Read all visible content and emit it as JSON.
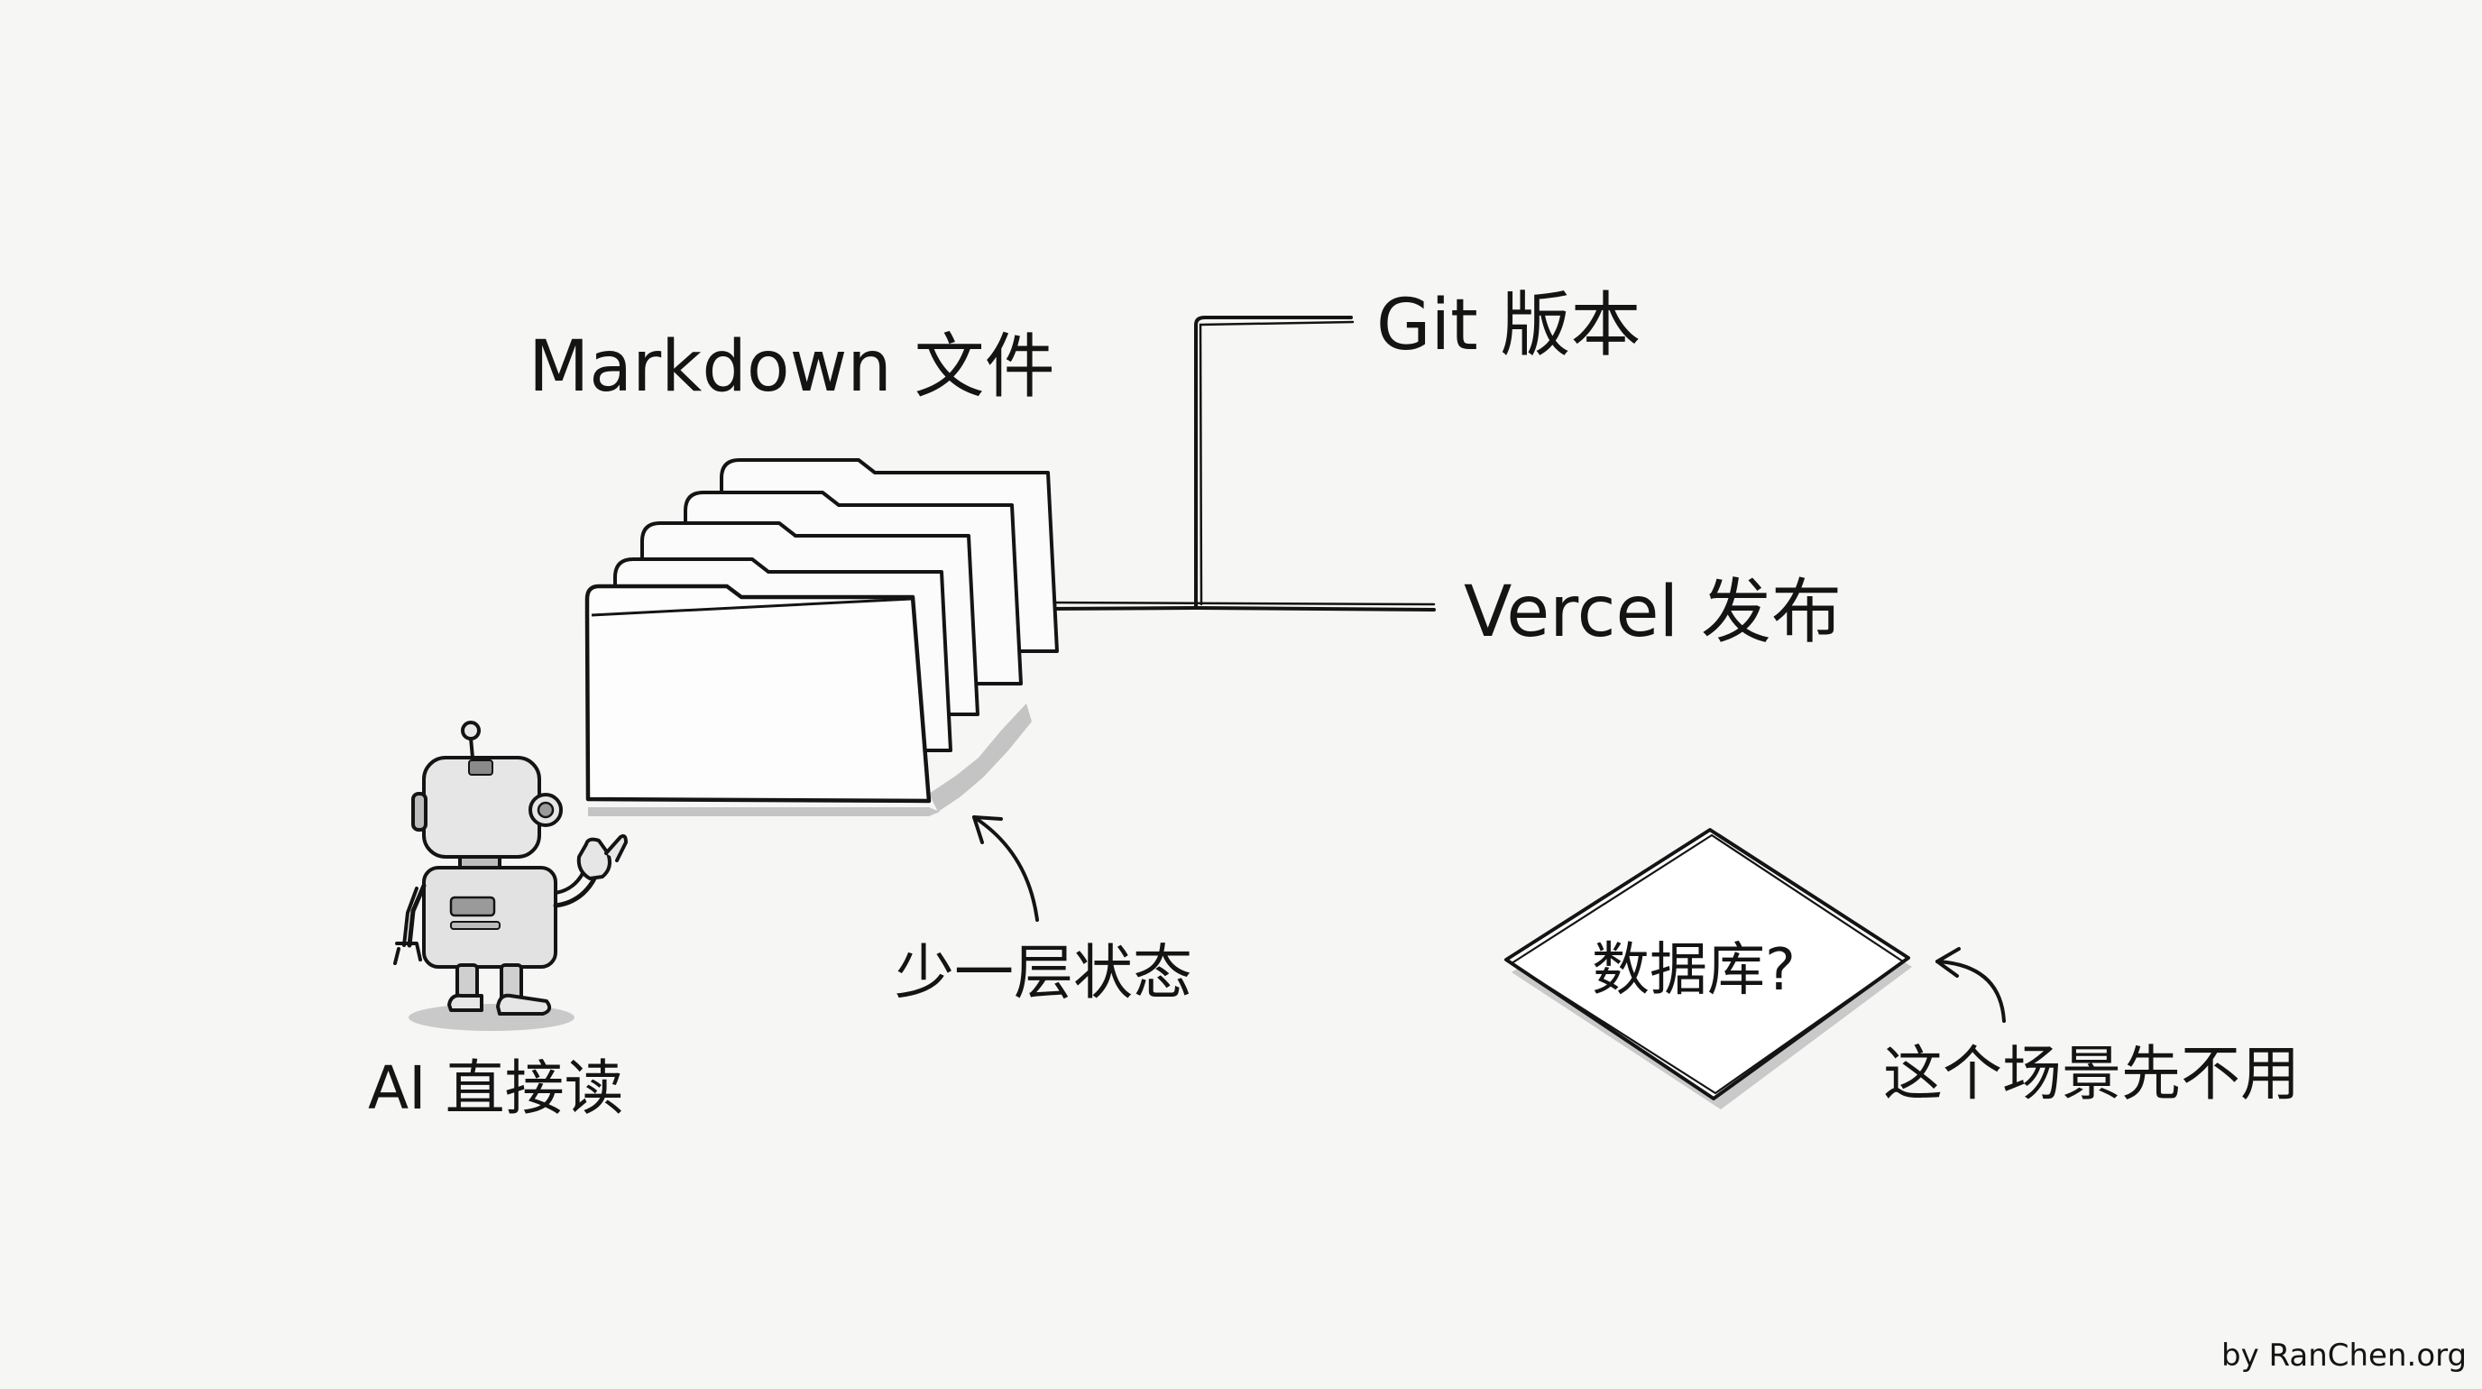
{
  "labels": {
    "markdown_files": "Markdown 文件",
    "git_version": "Git 版本",
    "vercel_publish": "Vercel 发布",
    "ai_direct_read": "AI 直接读",
    "one_less_state": "少一层状态",
    "database_question": "数据库?",
    "not_needed_here": "这个场景先不用",
    "credit": "by RanChen.org"
  },
  "icons": {
    "robot": "robot-icon",
    "folders": "folder-stack-icon",
    "database_shape": "diamond-decision-shape"
  },
  "colors": {
    "background": "#f6f6f5",
    "ink": "#141414",
    "shadow": "#c9c9c9",
    "robot_body": "#e4e4e4"
  }
}
